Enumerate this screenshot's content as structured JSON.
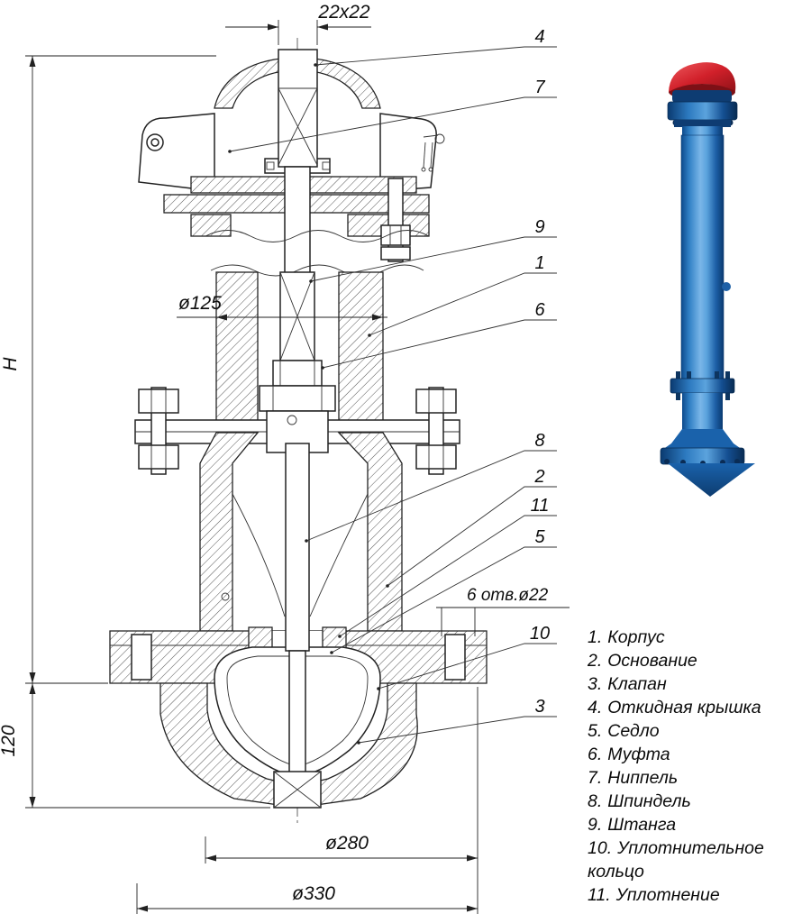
{
  "drawing": {
    "dimensions": {
      "square": "22x22",
      "bore": "ø125",
      "height": "H",
      "base_height": "120",
      "holes": "6 отв.ø22",
      "bolt_circle": "ø280",
      "flange": "ø330"
    },
    "callouts": [
      "4",
      "7",
      "9",
      "1",
      "6",
      "8",
      "2",
      "11",
      "5",
      "10",
      "3"
    ]
  },
  "parts": [
    {
      "num": "1.",
      "name": "Корпус"
    },
    {
      "num": "2.",
      "name": "Основание"
    },
    {
      "num": "3.",
      "name": "Клапан"
    },
    {
      "num": "4.",
      "name": "Откидная крышка"
    },
    {
      "num": "5.",
      "name": "Седло"
    },
    {
      "num": "6.",
      "name": "Муфта"
    },
    {
      "num": "7.",
      "name": "Ниппель"
    },
    {
      "num": "8.",
      "name": "Шпиндель"
    },
    {
      "num": "9.",
      "name": "Штанга"
    },
    {
      "num": "10.",
      "name": "Уплотнительное кольцо"
    },
    {
      "num": "11.",
      "name": "Уплотнение"
    }
  ],
  "photo": {
    "colors": {
      "body_blue": "#1b63ac",
      "light_blue": "#7ab6e8",
      "dark_blue": "#0a3a70",
      "cap_red": "#d1202a"
    }
  }
}
